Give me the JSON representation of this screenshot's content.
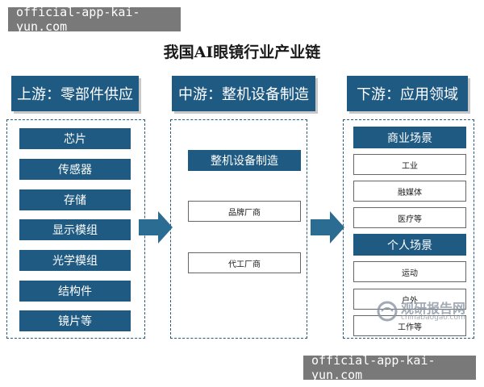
{
  "watermark": {
    "text": "official-app-kai-yun.com"
  },
  "title": "我国AI眼镜行业产业链",
  "upstream": {
    "header": "上游：零部件供应",
    "items": [
      "芯片",
      "传感器",
      "存储",
      "显示模组",
      "光学模组",
      "结构件",
      "镜片等"
    ]
  },
  "midstream": {
    "header": "中游：整机设备制造",
    "main": "整机设备制造",
    "items": [
      "品牌厂商",
      "代工厂商"
    ]
  },
  "downstream": {
    "header": "下游：应用领域",
    "commercial": {
      "title": "商业场景",
      "items": [
        "工业",
        "融媒体",
        "医疗等"
      ]
    },
    "personal": {
      "title": "个人场景",
      "items": [
        "运动",
        "户外",
        "工作等"
      ]
    }
  },
  "logo": {
    "name": "观研报告网",
    "url": "chinabaogao.com"
  },
  "colors": {
    "primary": "#1f5a82",
    "arrow": "#2b6c93"
  }
}
